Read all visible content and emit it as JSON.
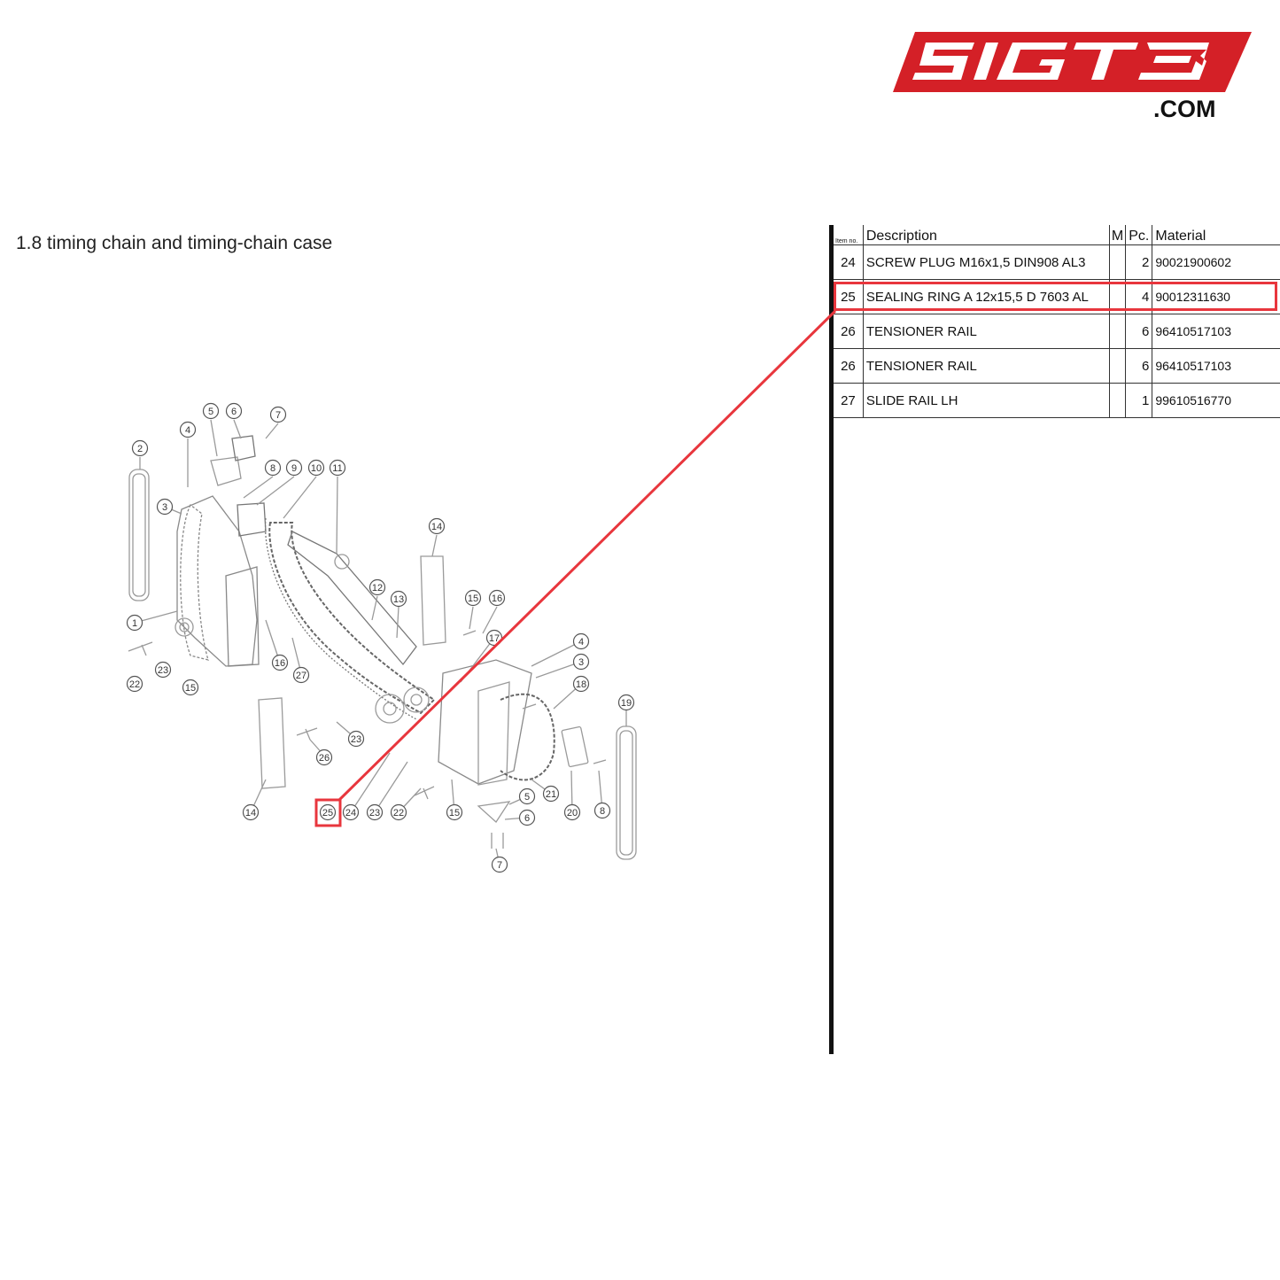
{
  "logo": {
    "brand": "SIGT3",
    "domain": ".COM",
    "color": "#d42027"
  },
  "section_title": "1.8  timing chain and timing-chain case",
  "accent_color": "#e8363d",
  "table": {
    "headers": {
      "item": "Item no.",
      "description": "Description",
      "m": "M",
      "pc": "Pc.",
      "material": "Material"
    },
    "rows": [
      {
        "item": "24",
        "description": "SCREW PLUG M16x1,5 DIN908 AL3",
        "m": "",
        "pc": "2",
        "material": "90021900602"
      },
      {
        "item": "25",
        "description": "SEALING RING A 12x15,5 D 7603 AL",
        "m": "",
        "pc": "4",
        "material": "90012311630"
      },
      {
        "item": "26",
        "description": "TENSIONER RAIL",
        "m": "",
        "pc": "6",
        "material": "96410517103"
      },
      {
        "item": "26",
        "description": "TENSIONER RAIL",
        "m": "",
        "pc": "6",
        "material": "96410517103"
      },
      {
        "item": "27",
        "description": "SLIDE RAIL LH",
        "m": "",
        "pc": "1",
        "material": "99610516770"
      }
    ],
    "highlighted_item": "25"
  },
  "diagram": {
    "callouts": [
      "2",
      "4",
      "5",
      "6",
      "7",
      "8",
      "9",
      "10",
      "11",
      "3",
      "14",
      "12",
      "13",
      "15",
      "16",
      "17",
      "4",
      "3",
      "18",
      "1",
      "23",
      "22",
      "15",
      "16",
      "27",
      "19",
      "23",
      "26",
      "14",
      "25",
      "24",
      "23",
      "22",
      "15",
      "5",
      "21",
      "20",
      "8",
      "6",
      "7"
    ],
    "highlighted_callout": "25"
  }
}
